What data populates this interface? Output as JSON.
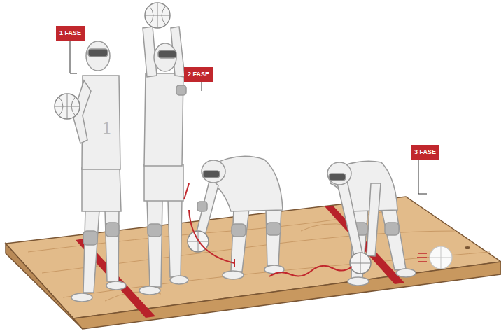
{
  "diagram": {
    "nodes": [
      {
        "text": [
          "1 FASE"
        ]
      },
      {
        "text": [
          "2 FASE"
        ]
      },
      {
        "text": [
          "3 FASE"
        ]
      }
    ],
    "labels": [
      "1"
    ]
  }
}
